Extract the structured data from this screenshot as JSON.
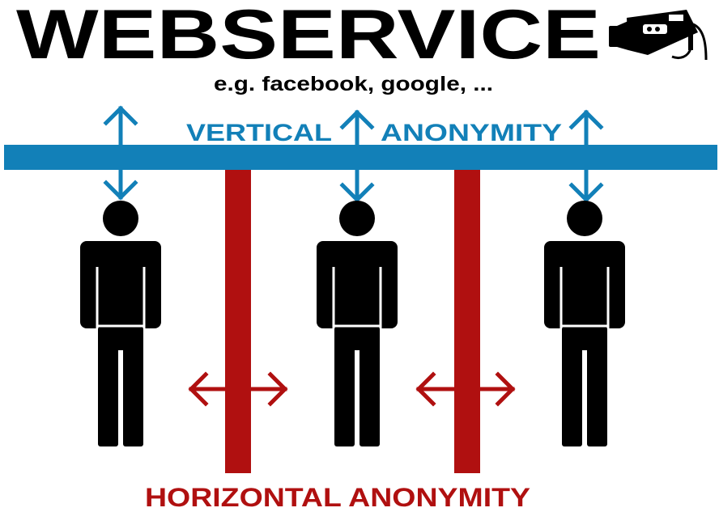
{
  "header": {
    "title": "WEBSERVICE",
    "subtitle": "e.g. facebook, google, ..."
  },
  "labels": {
    "vertical_part1": "VERTICAL",
    "vertical_part2": "ANONYMITY",
    "horizontal": "HORIZONTAL ANONYMITY"
  },
  "colors": {
    "vertical": "#1280b8",
    "horizontal": "#b01010",
    "figure": "#000000"
  },
  "icons": {
    "camera": "surveillance-camera-icon",
    "person": "person-icon"
  }
}
